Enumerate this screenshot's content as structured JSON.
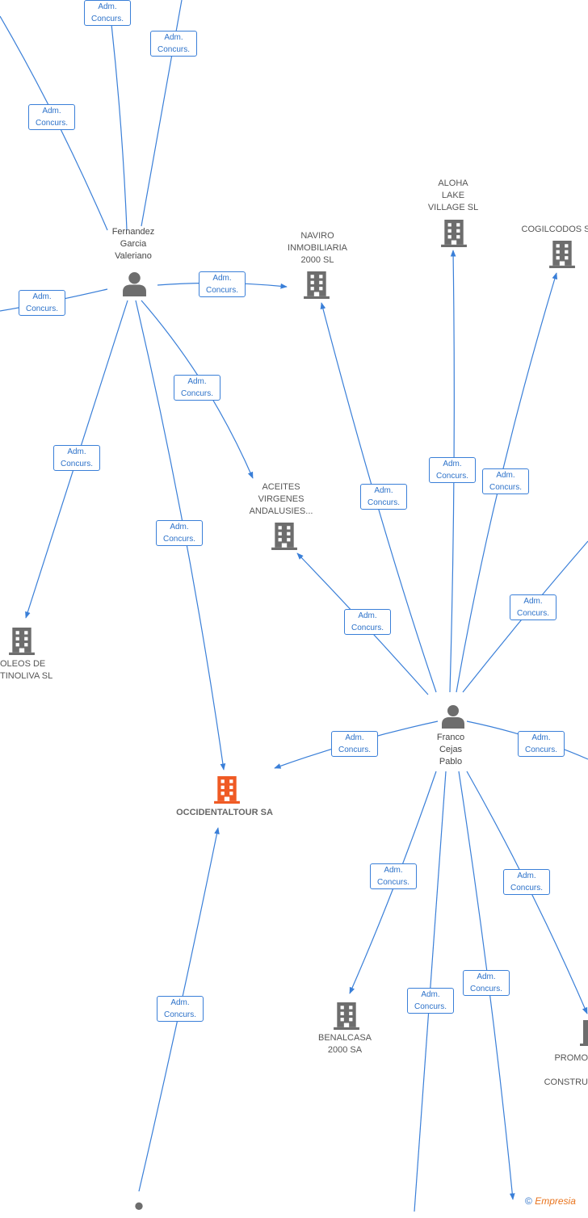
{
  "colors": {
    "edge": "#3a7fd8",
    "company": "#6d6d6d",
    "main_company": "#ef5a24",
    "person": "#6d6d6d"
  },
  "badge_text": "Adm.\nConcurs.",
  "nodes": {
    "fernandez": {
      "label": "Fernandez\nGarcia\nValeriano",
      "icon": "person-icon"
    },
    "franco": {
      "label": "Franco\nCejas\nPablo",
      "icon": "person-icon"
    },
    "naviro": {
      "label": "NAVIRO\nINMOBILIARIA\n2000 SL",
      "icon": "building-icon"
    },
    "aloha": {
      "label": "ALOHA\nLAKE\nVILLAGE SL",
      "icon": "building-icon"
    },
    "cogilcodos": {
      "label": "COGILCODOS S",
      "icon": "building-icon"
    },
    "aceites": {
      "label": "ACEITES\nVIRGENES\nANDALUSIES...",
      "icon": "building-icon"
    },
    "oleos": {
      "label": "OLEOS DE\nTINOLIVA SL",
      "icon": "building-icon"
    },
    "occidentaltour": {
      "label": "OCCIDENTALTOUR SA",
      "icon": "building-icon"
    },
    "benalcasa": {
      "label": "BENALCASA\n2000 SA",
      "icon": "building-icon"
    },
    "promo": {
      "label": "PROMO\n\nCONSTRU",
      "icon": "building-icon"
    }
  },
  "copyright": {
    "symbol": "©",
    "brand": "Empresia"
  }
}
